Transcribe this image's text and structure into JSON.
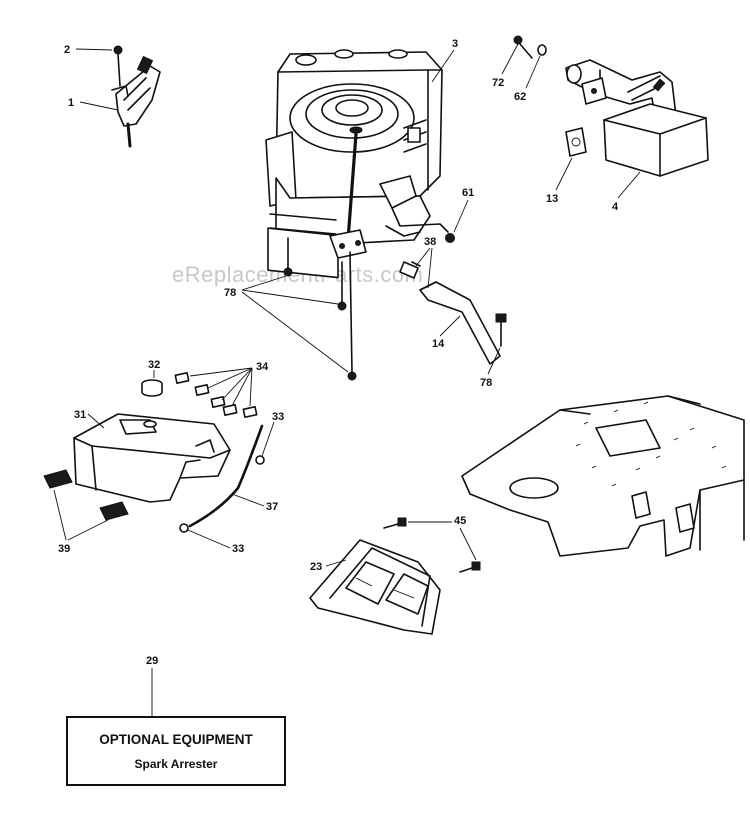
{
  "watermark": "eReplacementParts.com",
  "callouts": {
    "c1": "1",
    "c2": "2",
    "c3": "3",
    "c4": "4",
    "c13": "13",
    "c14": "14",
    "c23": "23",
    "c29": "29",
    "c31": "31",
    "c32": "32",
    "c33a": "33",
    "c33b": "33",
    "c34": "34",
    "c37": "37",
    "c38": "38",
    "c39": "39",
    "c45": "45",
    "c61": "61",
    "c62": "62",
    "c72": "72",
    "c78a": "78",
    "c78b": "78"
  },
  "optional_box": {
    "title": "OPTIONAL EQUIPMENT",
    "subtitle": "Spark Arrester"
  }
}
